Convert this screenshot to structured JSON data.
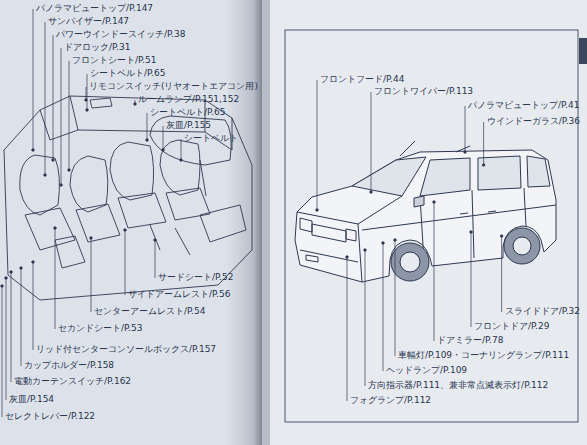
{
  "diagram": {
    "labels": [
      "パノラマビュートップ/P.147",
      "サンバイザー/P.147",
      "パワーウインドースイッチ/P.38",
      "ドアロック/P.31",
      "フロントシート/P.51",
      "シートベルト/P.65",
      "リモコンスイッチ(リヤオートエアコン用)",
      "ルームランプ/P.151,152",
      "シートベルト/P.65",
      "灰皿/P.155",
      "シートベルト",
      "サードシート/P.52",
      "サイドアームレスト/P.56",
      "センターアームレスト/P.54",
      "セカンドシート/P.53",
      "リッド付センターコンソールボックス/P.157",
      "カップホルダー/P.158",
      "電動カーテンスイッチ/P.162",
      "灰皿/P.154",
      "セレクトレバー/P.122",
      "フロントフード/P.44",
      "フロントワイパー/P.113",
      "パノラマビュートップ/P.41",
      "ウインドーガラス/P.36",
      "スライドドア/P.32",
      "フロントドア/P.29",
      "ドアミラー/P.78",
      "車幅灯/P.109・コーナリングランプ/P.111",
      "ヘッドランプ/P.109",
      "方向指示器/P.111、兼非常点滅表示灯/P.112",
      "フォグランプ/P.112"
    ]
  }
}
